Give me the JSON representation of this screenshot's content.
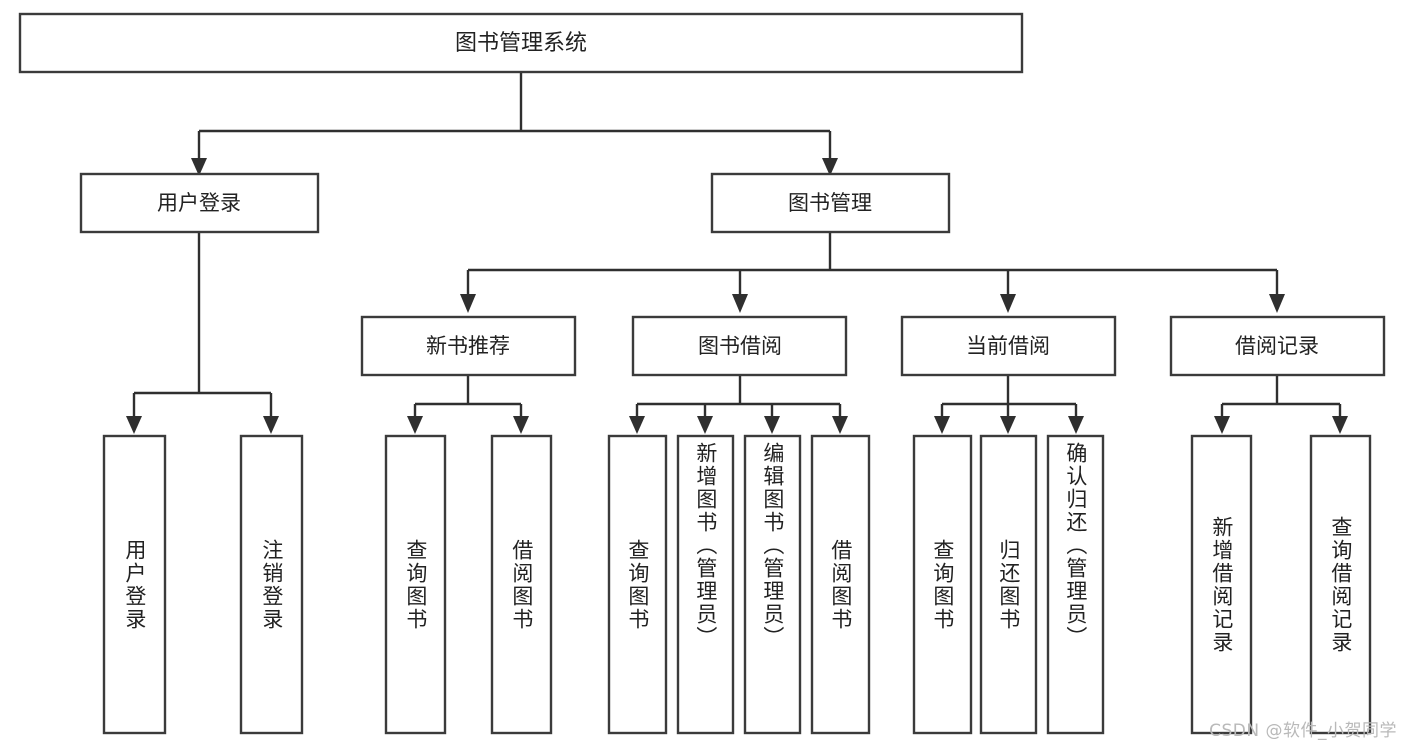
{
  "diagram": {
    "type": "tree",
    "title": "图书管理系统",
    "orientation": "top-down",
    "watermark": "CSDN @软件_小贺同学",
    "colors": {
      "box_fill": "#ffffff",
      "box_stroke": "#3b3b3b",
      "connector": "#2f2f2f",
      "text": "#222222",
      "watermark": "#b9b9b9"
    },
    "root": {
      "id": "root",
      "label": "图书管理系统",
      "level": 0
    },
    "level2": [
      {
        "id": "user-login",
        "label": "用户登录",
        "level": 1
      },
      {
        "id": "book-manage",
        "label": "图书管理",
        "level": 1
      }
    ],
    "level3": [
      {
        "id": "new-book-recommend",
        "label": "新书推荐",
        "level": 2,
        "parent": "book-manage"
      },
      {
        "id": "book-borrow",
        "label": "图书借阅",
        "level": 2,
        "parent": "book-manage"
      },
      {
        "id": "current-borrow",
        "label": "当前借阅",
        "level": 2,
        "parent": "book-manage"
      },
      {
        "id": "borrow-record",
        "label": "借阅记录",
        "level": 2,
        "parent": "book-manage"
      }
    ],
    "leaves": [
      {
        "id": "leaf-user-login",
        "label": "用户登录",
        "parent": "user-login"
      },
      {
        "id": "leaf-logout-login",
        "label": "注销登录",
        "parent": "user-login"
      },
      {
        "id": "leaf-query-book-1",
        "label": "查询图书",
        "parent": "new-book-recommend"
      },
      {
        "id": "leaf-borrow-book-1",
        "label": "借阅图书",
        "parent": "new-book-recommend"
      },
      {
        "id": "leaf-query-book-2",
        "label": "查询图书",
        "parent": "book-borrow"
      },
      {
        "id": "leaf-add-book",
        "label": "新增图书（管理员）",
        "parent": "book-borrow"
      },
      {
        "id": "leaf-edit-book",
        "label": "编辑图书（管理员）",
        "parent": "book-borrow"
      },
      {
        "id": "leaf-borrow-book-2",
        "label": "借阅图书",
        "parent": "book-borrow"
      },
      {
        "id": "leaf-query-book-3",
        "label": "查询图书",
        "parent": "current-borrow"
      },
      {
        "id": "leaf-return-book",
        "label": "归还图书",
        "parent": "current-borrow"
      },
      {
        "id": "leaf-confirm-return",
        "label": "确认归还（管理员）",
        "parent": "current-borrow"
      },
      {
        "id": "leaf-add-record",
        "label": "新增借阅记录",
        "parent": "borrow-record"
      },
      {
        "id": "leaf-query-record",
        "label": "查询借阅记录",
        "parent": "borrow-record"
      }
    ]
  }
}
